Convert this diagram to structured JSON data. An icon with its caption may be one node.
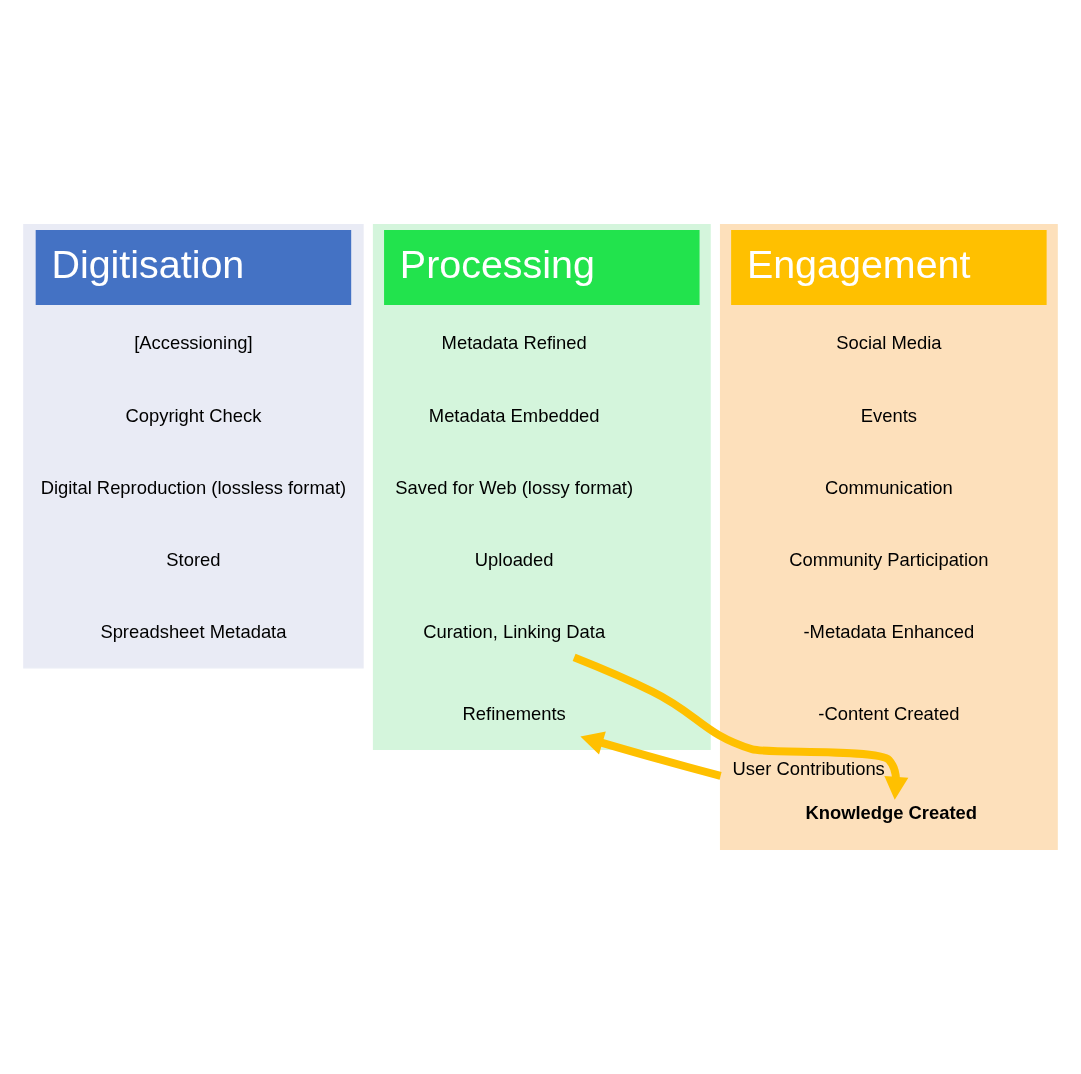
{
  "diagram": {
    "nodes": [
      {
        "text": [
          "Digitisation"
        ]
      },
      {
        "text": [
          "[Accessioning]"
        ],
        "in": 0
      },
      {
        "text": [
          "Copyright Check"
        ],
        "in": 0
      },
      {
        "text": [
          "Digital Reproduction (lossless format)"
        ],
        "in": 0
      },
      {
        "text": [
          "Stored"
        ],
        "in": 0
      },
      {
        "text": [
          "Spreadsheet Metadata"
        ],
        "in": 0
      },
      {
        "text": [
          "Processing"
        ]
      },
      {
        "text": [
          "Metadata Refined"
        ],
        "in": 6
      },
      {
        "text": [
          "Metadata Embedded"
        ],
        "in": 6
      },
      {
        "text": [
          "Saved for Web (lossy format)"
        ],
        "in": 6
      },
      {
        "text": [
          "Uploaded"
        ],
        "in": 6
      },
      {
        "text": [
          "Curation, Linking Data"
        ],
        "in": 6
      },
      {
        "text": [
          "Refinements"
        ],
        "in": 6
      },
      {
        "text": [
          "Engagement"
        ]
      },
      {
        "text": [
          "Social Media"
        ],
        "in": 13
      },
      {
        "text": [
          "Events"
        ],
        "in": 13
      },
      {
        "text": [
          "Communication"
        ],
        "in": 13
      },
      {
        "text": [
          "Community Participation"
        ],
        "in": 13
      },
      {
        "text": [
          "-Metadata Enhanced"
        ],
        "in": 13
      },
      {
        "text": [
          "-Content Created"
        ],
        "in": 13
      },
      {
        "text": [
          "Knowledge Created"
        ],
        "in": 13
      }
    ],
    "edges": [
      {
        "from": 11,
        "to": 20,
        "arrow": "to"
      },
      {
        "from": 13,
        "to": 12,
        "arrow": "to",
        "label": "User Contributions"
      }
    ]
  }
}
